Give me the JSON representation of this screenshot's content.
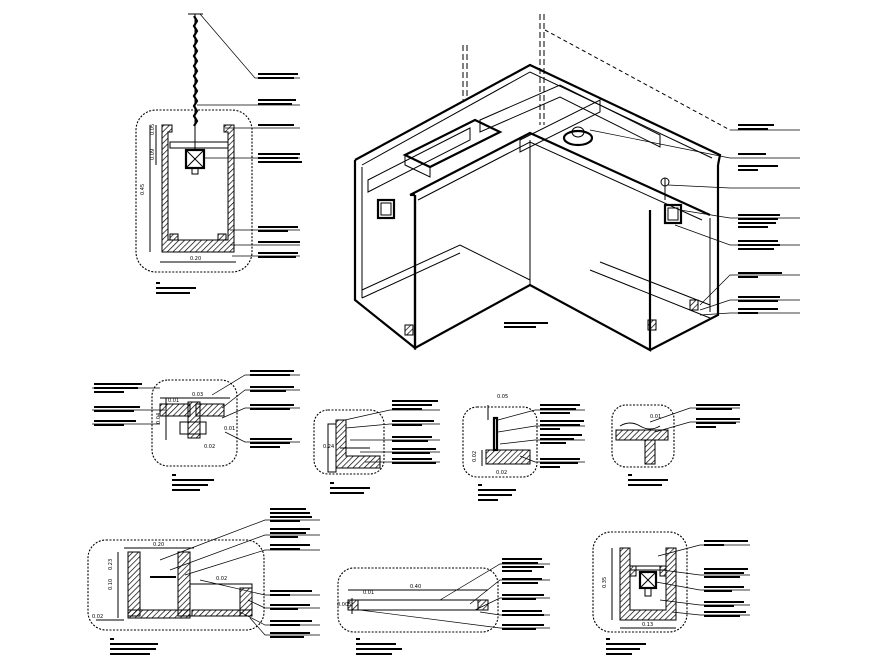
{
  "dimensions": {
    "d1_width": "0.20",
    "d1_total": "0.45",
    "d1_top": "0.05",
    "d1_mid": "0.09",
    "d2_a": "0.03",
    "d2_b": "0.01",
    "d2_c": "0.04",
    "d2_d": "0.02",
    "d3_a": "0.24",
    "d4_a": "0.05",
    "d4_b": "0.02",
    "d5_a": "0.01",
    "d6_width": "0.20",
    "d6_height": "0.10",
    "d6_mid": "0.23",
    "d6_small": "0.02",
    "d7_len": "0.40",
    "d7_a": "0.01",
    "d7_b": "0.005",
    "d8_w": "0.13",
    "d8_h": "0.35"
  }
}
